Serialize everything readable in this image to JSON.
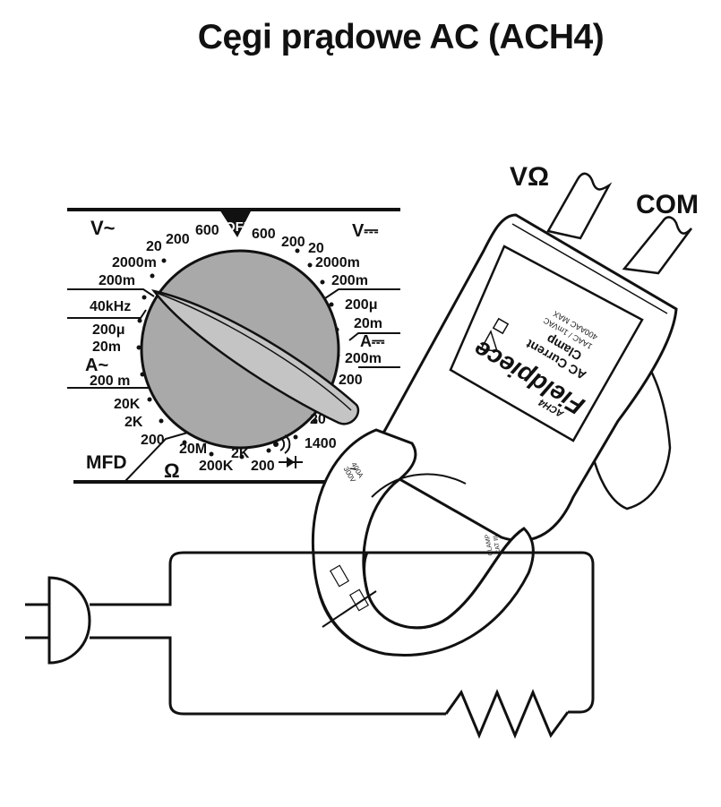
{
  "title": "Cęgi prądowe AC (ACH4)",
  "terminals": {
    "vohm": "VΩ",
    "com": "COM"
  },
  "dial": {
    "off": "OFF",
    "sections": {
      "v_ac": "V~",
      "v_dc": "V⎓",
      "a_ac": "A~",
      "a_dc": "A⎓",
      "mfd": "MFD",
      "ohm": "Ω"
    },
    "left_ticks": [
      "20",
      "200",
      "600",
      "2000m",
      "200m",
      "40kHz",
      "200μ",
      "20m",
      "200 m",
      "20K",
      "2K",
      "200"
    ],
    "right_ticks": [
      "600",
      "200",
      "20",
      "2000m",
      "200m",
      "200μ",
      "20m",
      "200m",
      "200",
      "20",
      "1400"
    ],
    "bottom_ticks": [
      "20M",
      "200K",
      "2K",
      "200"
    ]
  },
  "meter_label": {
    "brand": "Fieldpiece",
    "model": "ACH4",
    "line1": "AC Current",
    "line2": "Clamp",
    "line3": "1AAC / 1mVAC",
    "line4": "400AAC MAX"
  },
  "jaw_markings": {
    "volt": "300V",
    "amp": "400A",
    "cat": "CAT III",
    "clamp": "CLAMP"
  }
}
